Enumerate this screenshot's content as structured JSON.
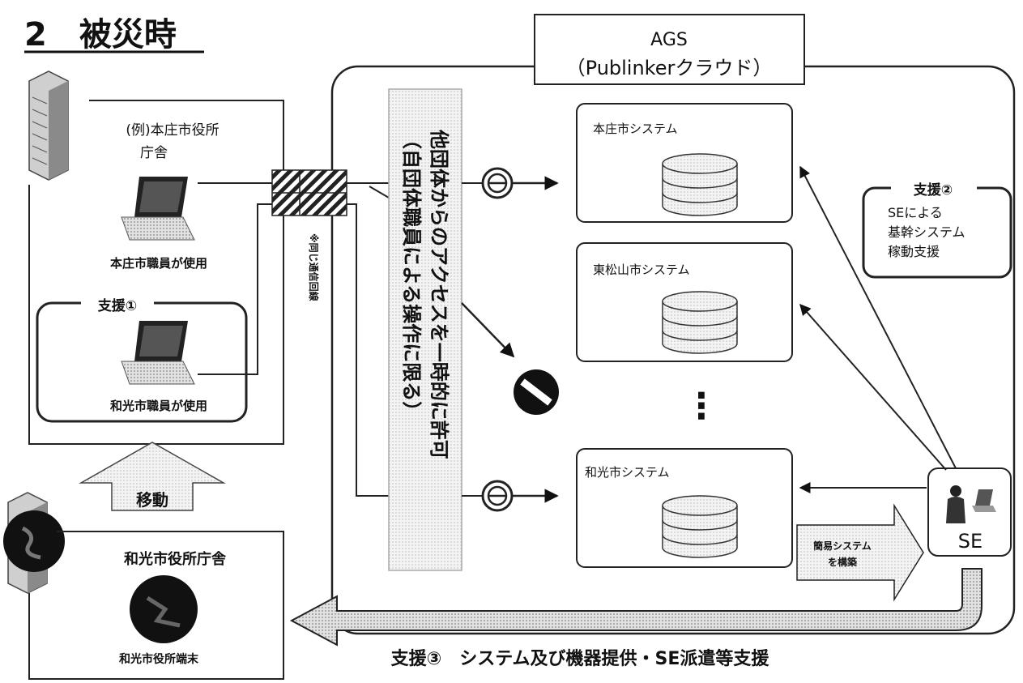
{
  "title": "2　被災時",
  "cloud": {
    "name": "AGS",
    "subtitle": "（Publinkerクラウド）"
  },
  "honjo_office": {
    "title_line1": "(例)本庄市役所",
    "title_line2": "庁舎",
    "laptop1_label": "本庄市職員が使用",
    "support1_label": "支援①",
    "laptop2_label": "和光市職員が使用"
  },
  "move_label": "移動",
  "wako_office": {
    "title": "和光市役所庁舎",
    "terminal_label": "和光市役所端末"
  },
  "line_note": "※同じ通信回線",
  "access_note": {
    "main": "他団体からのアクセスを一時的に許可",
    "sub": "（自団体職員による操作に限る）"
  },
  "systems": [
    {
      "label": "本庄市システム"
    },
    {
      "label": "東松山市システム"
    },
    {
      "label": "和光市システム"
    }
  ],
  "ellipsis": "⋮",
  "support2": {
    "title": "支援②",
    "line1": "SEによる",
    "line2": "基幹システム",
    "line3": "稼動支援"
  },
  "build_arrow": {
    "line1": "簡易システム",
    "line2": "を構築"
  },
  "se_label": "SE",
  "support3_label": "支援③　システム及び機器提供・SE派遣等支援"
}
